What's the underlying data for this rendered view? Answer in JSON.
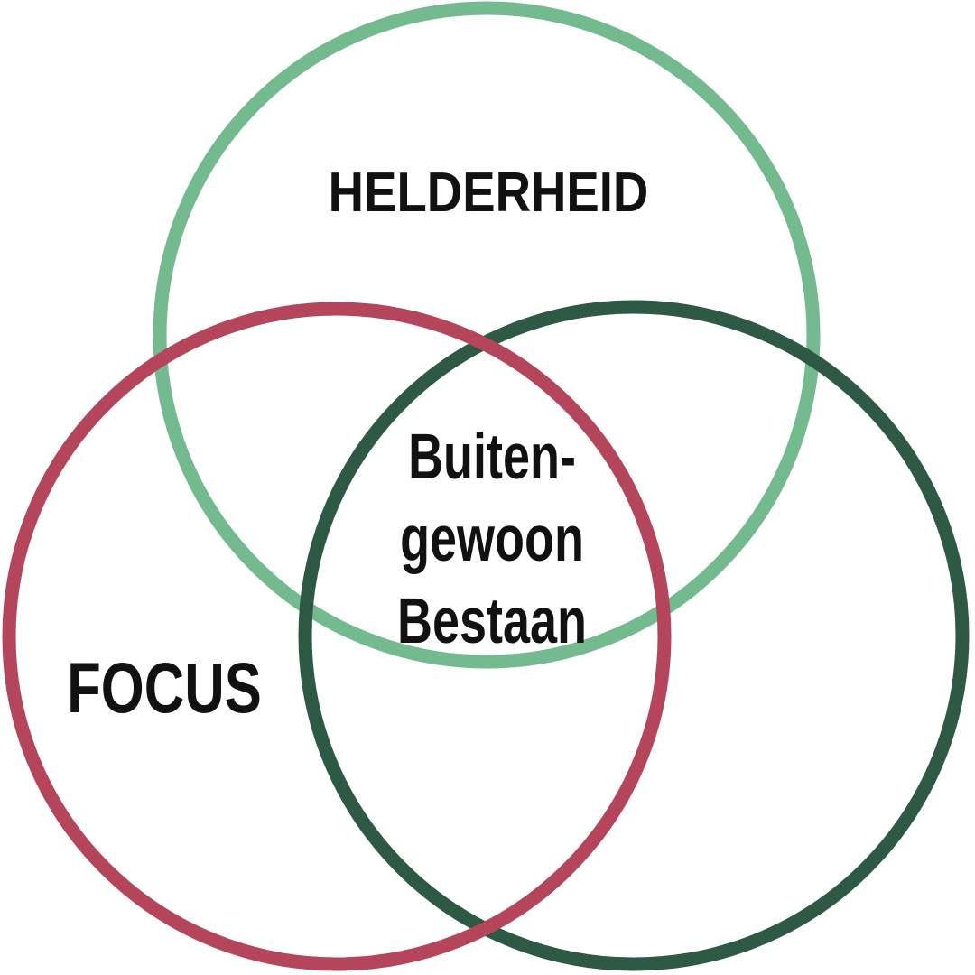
{
  "diagram": {
    "type": "venn",
    "background": "#ffffff",
    "colors": {
      "top_circle": "#74BA8F",
      "left_circle": "#B4455A",
      "right_circle": "#2E5944",
      "text": "#111111"
    },
    "labels": {
      "top_circle": "HELDERHEID",
      "left_circle": "FOCUS",
      "center": [
        "Buiten-",
        "gewoon",
        "Bestaan"
      ]
    }
  }
}
